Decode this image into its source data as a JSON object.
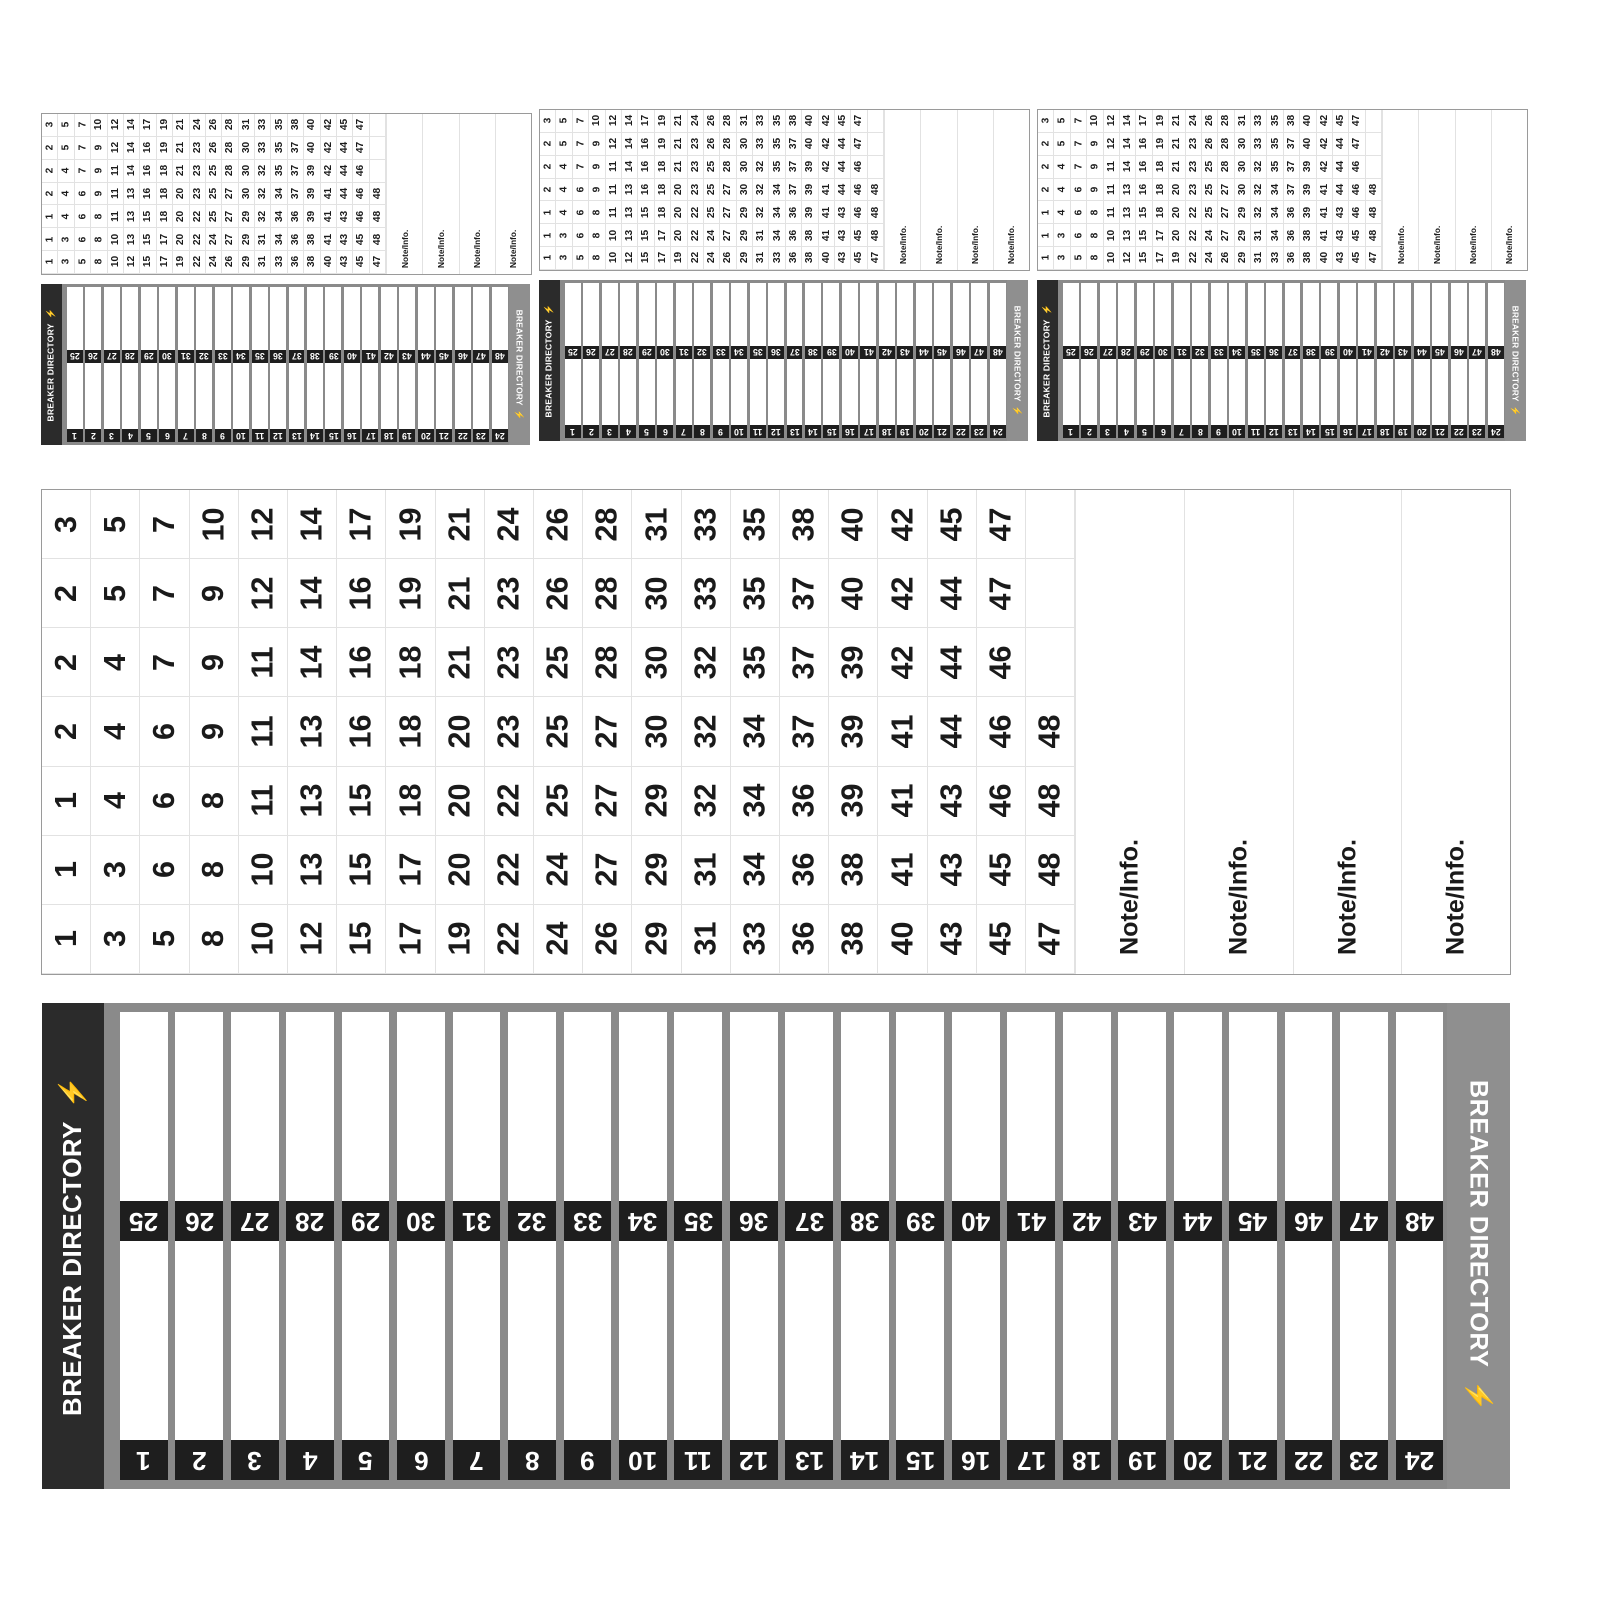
{
  "sheet": {
    "columns": [
      [
        "3",
        "2",
        "2",
        "2",
        "1",
        "1",
        "1"
      ],
      [
        "5",
        "5",
        "4",
        "4",
        "4",
        "3",
        "3"
      ],
      [
        "7",
        "7",
        "7",
        "6",
        "6",
        "6",
        "5"
      ],
      [
        "10",
        "9",
        "9",
        "9",
        "8",
        "8",
        "8"
      ],
      [
        "12",
        "12",
        "11",
        "11",
        "11",
        "10",
        "10"
      ],
      [
        "14",
        "14",
        "14",
        "13",
        "13",
        "13",
        "12"
      ],
      [
        "17",
        "16",
        "16",
        "16",
        "15",
        "15",
        "15"
      ],
      [
        "19",
        "19",
        "18",
        "18",
        "18",
        "17",
        "17"
      ],
      [
        "21",
        "21",
        "21",
        "20",
        "20",
        "20",
        "19"
      ],
      [
        "24",
        "23",
        "23",
        "23",
        "22",
        "22",
        "22"
      ],
      [
        "26",
        "26",
        "25",
        "25",
        "25",
        "24",
        "24"
      ],
      [
        "28",
        "28",
        "28",
        "27",
        "27",
        "27",
        "26"
      ],
      [
        "31",
        "30",
        "30",
        "30",
        "29",
        "29",
        "29"
      ],
      [
        "33",
        "33",
        "32",
        "32",
        "32",
        "31",
        "31"
      ],
      [
        "35",
        "35",
        "35",
        "34",
        "34",
        "34",
        "33"
      ],
      [
        "38",
        "37",
        "37",
        "37",
        "36",
        "36",
        "36"
      ],
      [
        "40",
        "40",
        "39",
        "39",
        "39",
        "38",
        "38"
      ],
      [
        "42",
        "42",
        "42",
        "41",
        "41",
        "41",
        "40"
      ],
      [
        "45",
        "44",
        "44",
        "44",
        "43",
        "43",
        "43"
      ],
      [
        "47",
        "47",
        "46",
        "46",
        "46",
        "45",
        "45"
      ],
      [
        "",
        "",
        "",
        "48",
        "48",
        "48",
        "47"
      ]
    ],
    "notes": [
      "Note/Info.",
      "Note/Info.",
      "Note/Info.",
      "Note/Info."
    ]
  },
  "strip": {
    "title": "BREAKER DIRECTORY",
    "bolt": "⚡",
    "top_numbers": [
      "25",
      "26",
      "27",
      "28",
      "29",
      "30",
      "31",
      "32",
      "33",
      "34",
      "35",
      "36",
      "37",
      "38",
      "39",
      "40",
      "41",
      "42",
      "43",
      "44",
      "45",
      "46",
      "47",
      "48"
    ],
    "bottom_numbers": [
      "1",
      "2",
      "3",
      "4",
      "5",
      "6",
      "7",
      "8",
      "9",
      "10",
      "11",
      "12",
      "13",
      "14",
      "15",
      "16",
      "17",
      "18",
      "19",
      "20",
      "21",
      "22",
      "23",
      "24"
    ]
  },
  "colors": {
    "strip_background": "#8a8a8a",
    "left_panel": "#2b2b2b",
    "tag": "#1e1e1e",
    "sheet_border": "#9a9a9a"
  }
}
